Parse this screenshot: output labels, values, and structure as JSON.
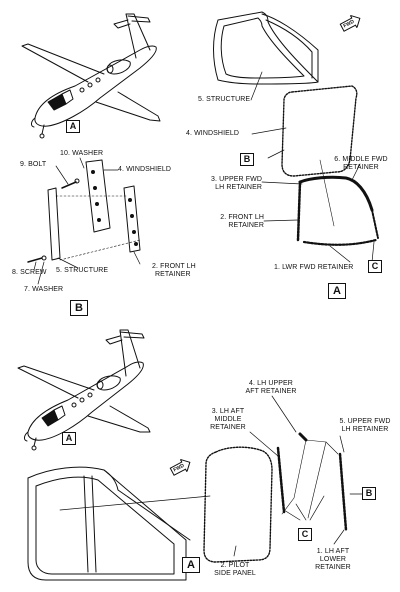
{
  "colors": {
    "line": "#111111",
    "background": "#ffffff"
  },
  "figure1": {
    "callouts": {
      "structure": "5. STRUCTURE",
      "windshield": "4. WINDSHIELD",
      "middle_fwd_retainer_1": "6. MIDDLE FWD",
      "middle_fwd_retainer_2": "RETAINER",
      "upper_fwd_lh_retainer_1": "3. UPPER FWD",
      "upper_fwd_lh_retainer_2": "LH RETAINER",
      "front_lh_retainer_1": "2. FRONT LH",
      "front_lh_retainer_2": "RETAINER",
      "lwr_fwd_retainer": "1. LWR FWD RETAINER"
    },
    "detail_callouts": {
      "washer_10": "10. WASHER",
      "bolt": "9. BOLT",
      "windshield": "4. WINDSHIELD",
      "screw": "8. SCREW",
      "structure": "5. STRUCTURE",
      "front_lh_retainer_1": "2. FRONT LH",
      "front_lh_retainer_2": "RETAINER",
      "washer_7": "7. WASHER"
    },
    "markers": {
      "A": "A",
      "B": "B",
      "C": "C"
    },
    "fwd": "FWD"
  },
  "figure2": {
    "callouts": {
      "lh_upper_aft_retainer_1": "4. LH UPPER",
      "lh_upper_aft_retainer_2": "AFT RETAINER",
      "lh_aft_middle_retainer_1": "3. LH AFT",
      "lh_aft_middle_retainer_2": "MIDDLE",
      "lh_aft_middle_retainer_3": "RETAINER",
      "upper_fwd_lh_retainer_1": "5. UPPER FWD",
      "upper_fwd_lh_retainer_2": "LH RETAINER",
      "pilot_side_panel_1": "2. PILOT",
      "pilot_side_panel_2": "SIDE PANEL",
      "lh_aft_lower_retainer_1": "1. LH AFT",
      "lh_aft_lower_retainer_2": "LOWER",
      "lh_aft_lower_retainer_3": "RETAINER"
    },
    "markers": {
      "A": "A",
      "B": "B",
      "C": "C"
    },
    "fwd": "FWD"
  }
}
